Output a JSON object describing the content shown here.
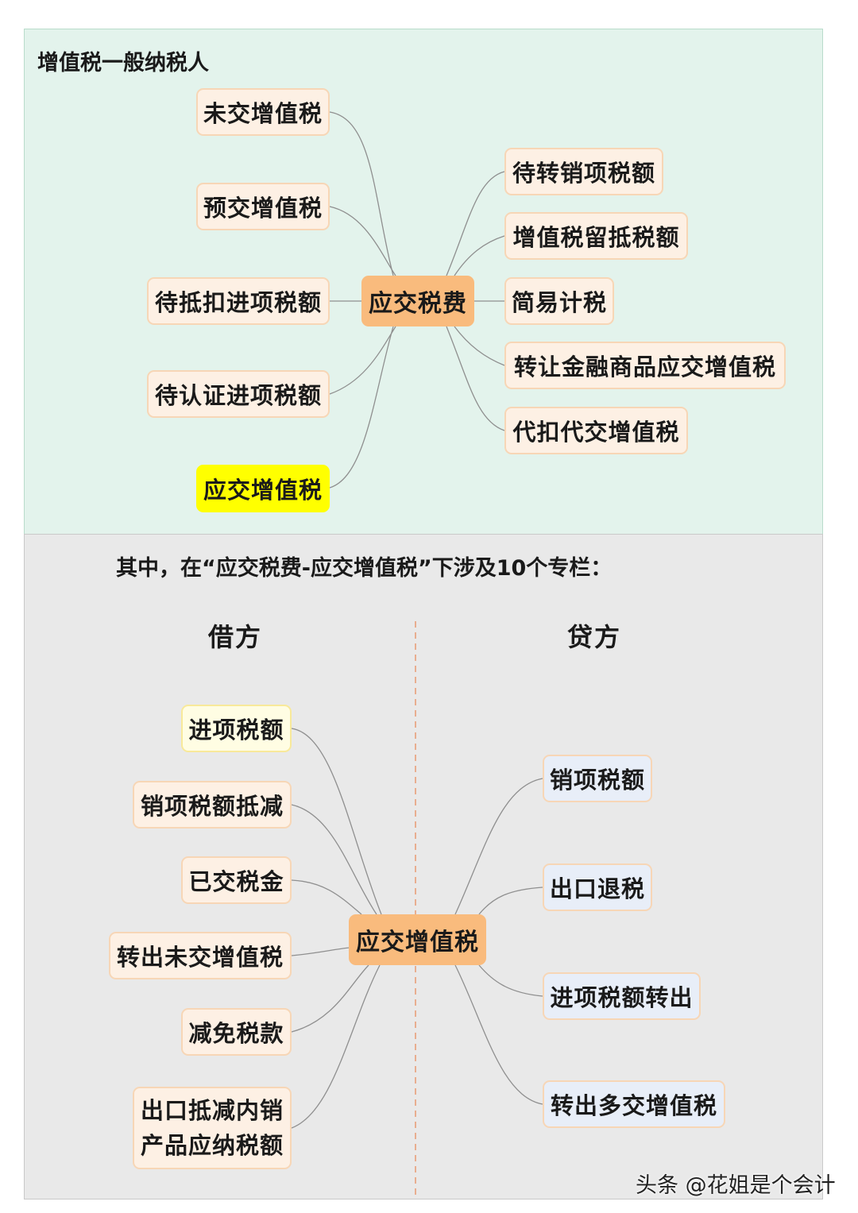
{
  "top": {
    "title": "增值税一般纳税人",
    "center": "应交税费",
    "left_nodes": [
      "未交增值税",
      "预交增值税",
      "待抵扣进项税额",
      "待认证进项税额",
      "应交增值税"
    ],
    "right_nodes": [
      "待转销项税额",
      "增值税留抵税额",
      "简易计税",
      "转让金融商品应交增值税",
      "代扣代交增值税"
    ]
  },
  "bottom": {
    "intro": "其中，在“应交税费-应交增值税”下涉及10个专栏：",
    "debit_heading": "借方",
    "credit_heading": "贷方",
    "center": "应交增值税",
    "debit_nodes": [
      "进项税额",
      "销项税额抵减",
      "已交税金",
      "转出未交增值税",
      "减免税款"
    ],
    "debit_multiline": [
      "出口抵减内销",
      "产品应纳税额"
    ],
    "credit_nodes": [
      "销项税额",
      "出口退税",
      "进项税额转出",
      "转出多交增值税"
    ]
  },
  "watermark": "头条 @花姐是个会计",
  "colors": {
    "top_background": "#e3f3ec",
    "bottom_background": "#e9e9e9",
    "center_node": "#f9bb7d",
    "node_fill": "#fdf0e4",
    "highlight": "#ffff00",
    "divider": "#e8a07a"
  }
}
